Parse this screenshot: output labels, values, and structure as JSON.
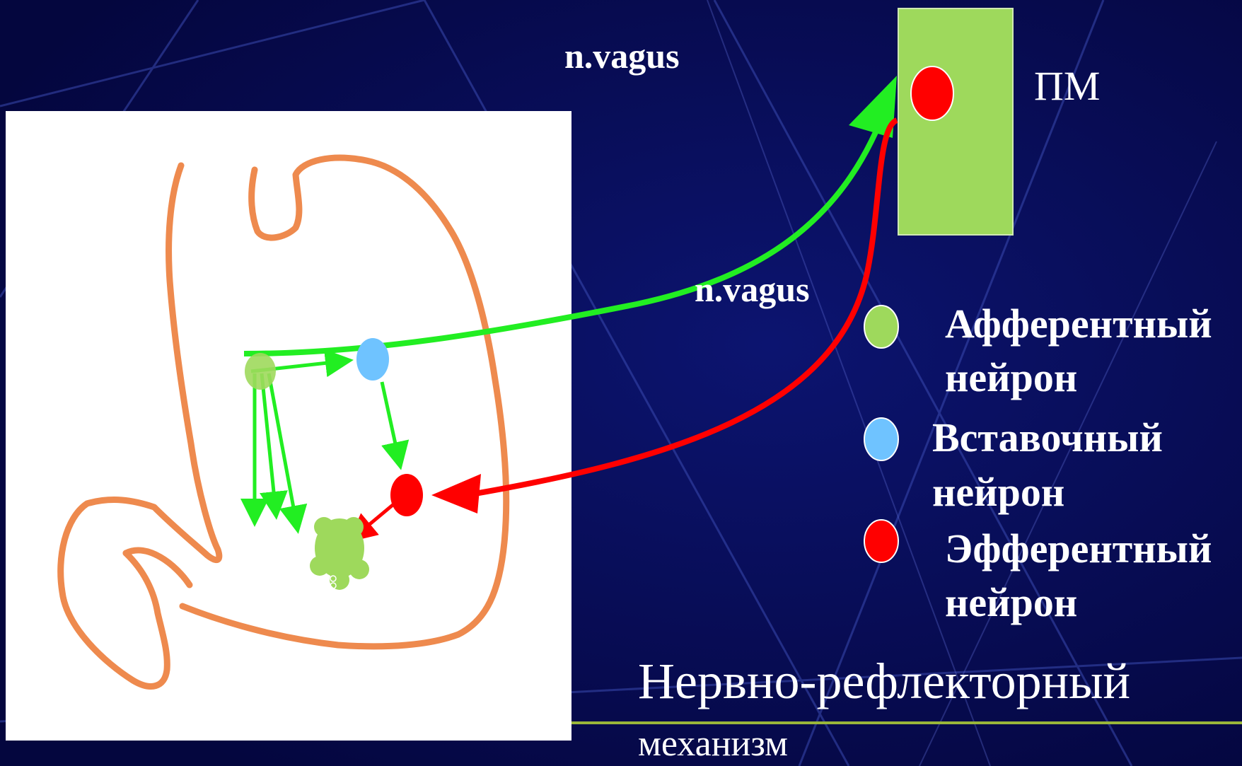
{
  "slide": {
    "background_color": "#06084a",
    "accent_line_color": "#9ab63a"
  },
  "diagram": {
    "label_vagus_top": "n.vagus",
    "label_vagus_mid": "n.vagus",
    "label_pm": "ПМ",
    "stomach_color": "#ee8a4e",
    "afferent_path_color": "#22ee22",
    "efferent_path_color": "#ff0000",
    "cns_box_color": "#9ed95c"
  },
  "legend": {
    "items": [
      {
        "line1": "Афферентный",
        "line2": "нейрон",
        "color": "#9ed95c"
      },
      {
        "line1": "Вставочный",
        "line2": "нейрон",
        "color": "#6fc3ff"
      },
      {
        "line1": "Эфферентный",
        "line2": "нейрон",
        "color": "#ff0000"
      }
    ]
  },
  "title": {
    "line1": "Нервно-рефлекторный",
    "line2": "механизм"
  }
}
